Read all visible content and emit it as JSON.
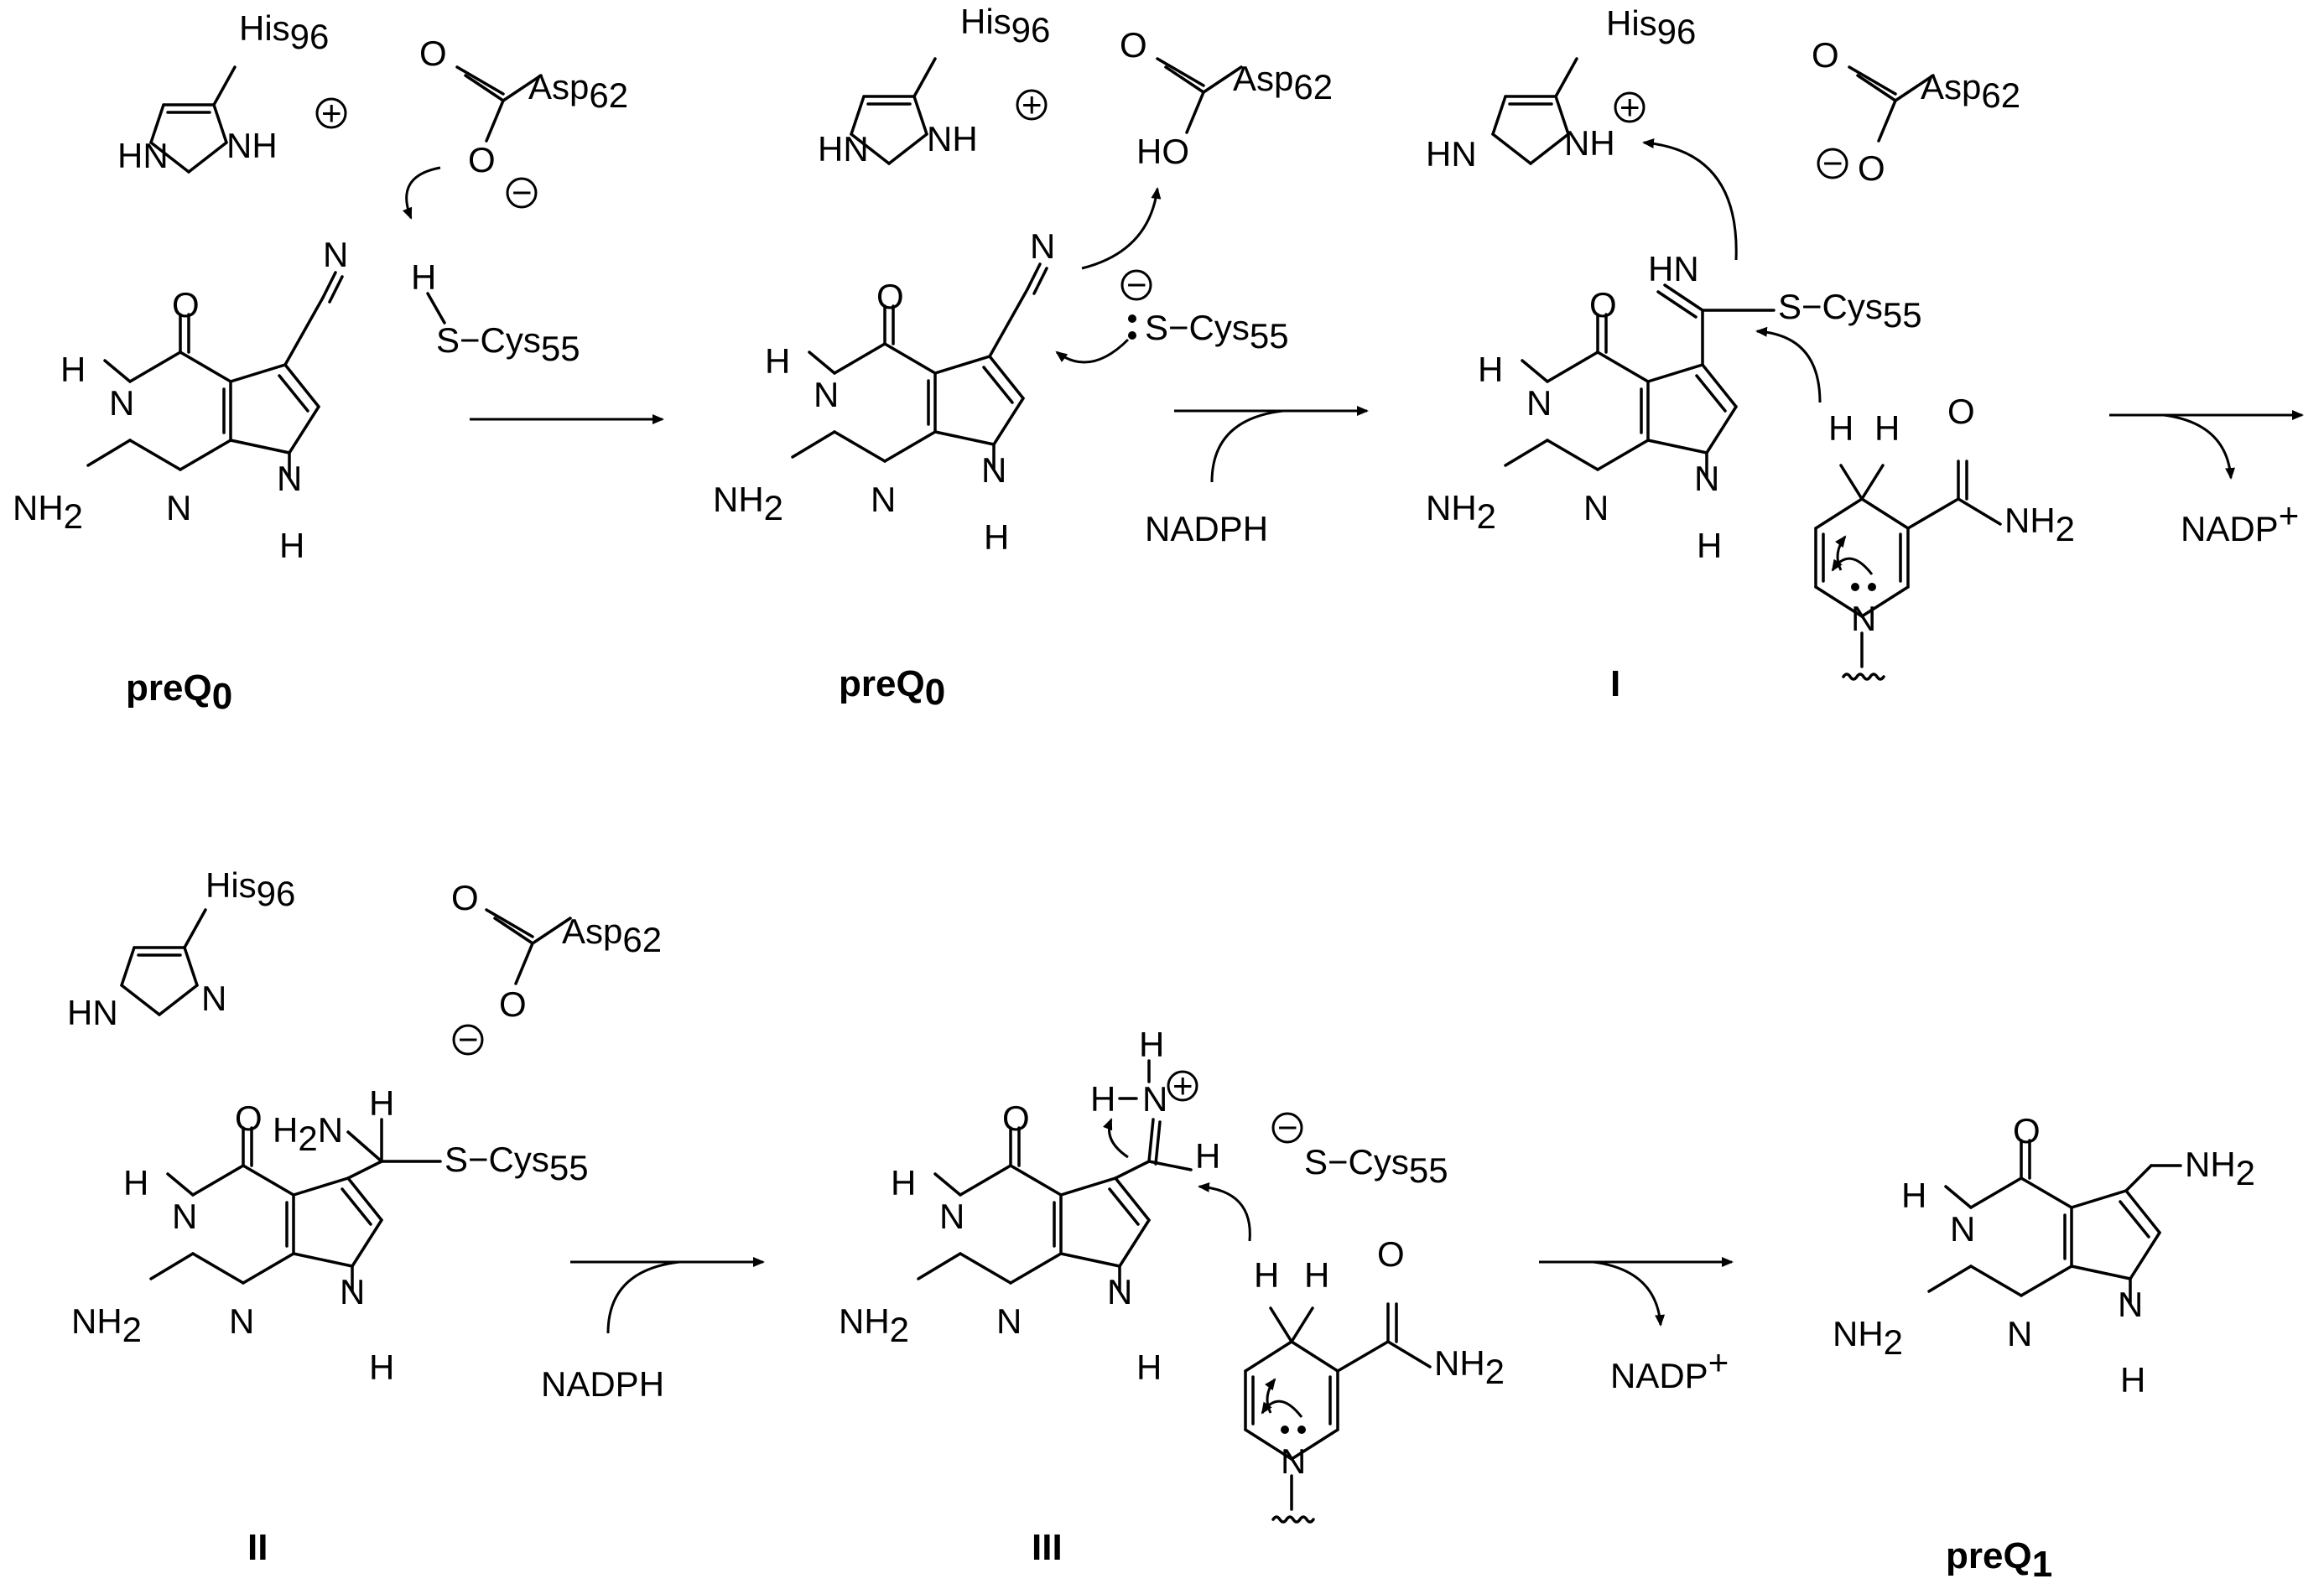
{
  "labels": {
    "his": "His",
    "his_num": "96",
    "asp": "Asp",
    "asp_num": "62",
    "cys": "S−Cys",
    "cys_num": "55",
    "h": "H",
    "n": "N",
    "o": "O",
    "s": "S",
    "hn": "HN",
    "nh": "NH",
    "nh2": "NH",
    "nh2_sub": "2",
    "h2n": "H",
    "h2n_tail": "N",
    "ho": "HO",
    "plus": "+",
    "minus": "−",
    "nadph": "NADPH",
    "nadp": "NADP",
    "nadp_sup": "+"
  },
  "captions": {
    "c1": "preQ",
    "c1_sub": "0",
    "c2": "preQ",
    "c2_sub": "0",
    "c3": "I",
    "c4": "II",
    "c5": "III",
    "c6": "preQ",
    "c6_sub": "1"
  }
}
